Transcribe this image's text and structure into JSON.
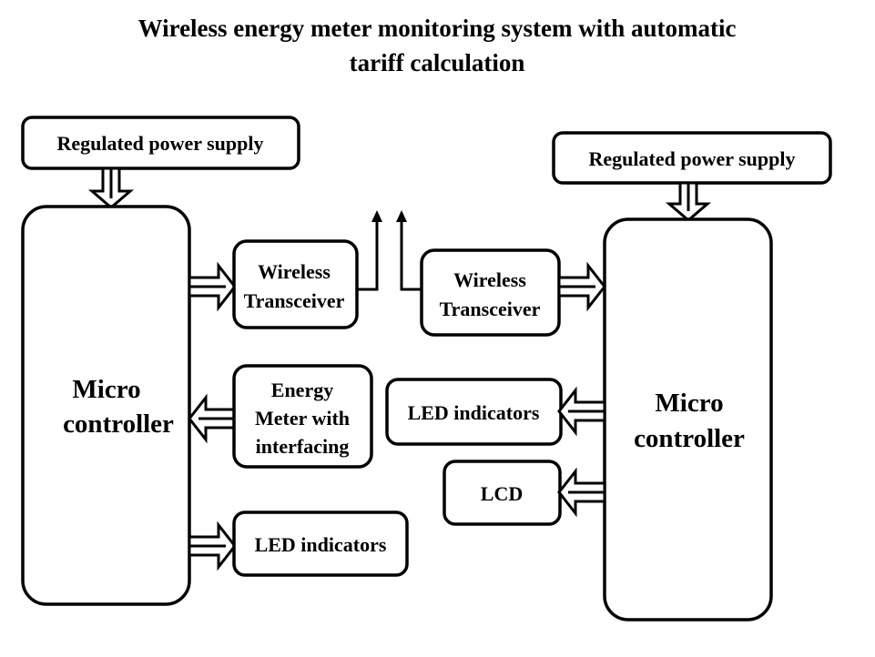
{
  "title": {
    "line1": "Wireless energy meter monitoring system with automatic",
    "line2": "tariff calculation"
  },
  "left": {
    "power_supply": "Regulated power supply",
    "micro_controller": [
      "Micro",
      "controller"
    ],
    "wireless_transceiver": [
      "Wireless",
      "Transceiver"
    ],
    "energy_meter": [
      "Energy",
      "Meter with",
      "interfacing"
    ],
    "led_indicators": "LED indicators"
  },
  "right": {
    "power_supply": "Regulated power supply",
    "micro_controller": [
      "Micro",
      "controller"
    ],
    "wireless_transceiver": [
      "Wireless",
      "Transceiver"
    ],
    "led_indicators": "LED indicators",
    "lcd": "LCD"
  },
  "colors": {
    "stroke": "#000000",
    "fill": "#ffffff"
  }
}
